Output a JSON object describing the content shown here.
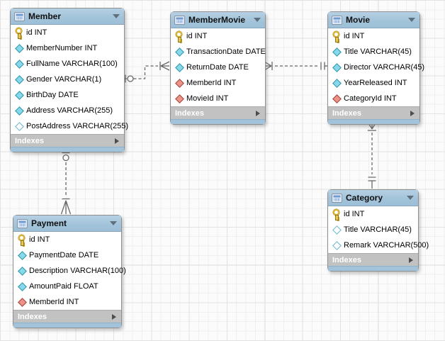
{
  "diagram": {
    "tool": "EER diagram canvas",
    "tables": [
      {
        "name": "Member",
        "footer_label": "Indexes",
        "columns": [
          {
            "icon": "primary-key",
            "label": "id INT"
          },
          {
            "icon": "column",
            "label": "MemberNumber INT"
          },
          {
            "icon": "column",
            "label": "FullName VARCHAR(100)"
          },
          {
            "icon": "column",
            "label": "Gender VARCHAR(1)"
          },
          {
            "icon": "column",
            "label": "BirthDay DATE"
          },
          {
            "icon": "column",
            "label": "Address VARCHAR(255)"
          },
          {
            "icon": "column-nullable",
            "label": "PostAddress VARCHAR(255)"
          }
        ]
      },
      {
        "name": "MemberMovie",
        "footer_label": "Indexes",
        "columns": [
          {
            "icon": "primary-key",
            "label": "id INT"
          },
          {
            "icon": "column",
            "label": "TransactionDate DATE"
          },
          {
            "icon": "column",
            "label": "ReturnDate DATE"
          },
          {
            "icon": "foreign-key",
            "label": "MemberId INT"
          },
          {
            "icon": "foreign-key",
            "label": "MovieId INT"
          }
        ]
      },
      {
        "name": "Movie",
        "footer_label": "Indexes",
        "columns": [
          {
            "icon": "primary-key",
            "label": "id INT"
          },
          {
            "icon": "column",
            "label": "Title VARCHAR(45)"
          },
          {
            "icon": "column",
            "label": "Director VARCHAR(45)"
          },
          {
            "icon": "column",
            "label": "YearReleased INT"
          },
          {
            "icon": "foreign-key",
            "label": "CategoryId INT"
          }
        ]
      },
      {
        "name": "Category",
        "footer_label": "Indexes",
        "columns": [
          {
            "icon": "primary-key",
            "label": "id INT"
          },
          {
            "icon": "column-nullable",
            "label": "Title VARCHAR(45)"
          },
          {
            "icon": "column-nullable",
            "label": "Remark VARCHAR(500)"
          }
        ]
      },
      {
        "name": "Payment",
        "footer_label": "Indexes",
        "columns": [
          {
            "icon": "primary-key",
            "label": "id INT"
          },
          {
            "icon": "column",
            "label": "PaymentDate DATE"
          },
          {
            "icon": "column",
            "label": "Description VARCHAR(100)"
          },
          {
            "icon": "column",
            "label": "AmountPaid FLOAT"
          },
          {
            "icon": "foreign-key",
            "label": "MemberId INT"
          }
        ]
      }
    ],
    "relationships": [
      {
        "tables": [
          "Member",
          "MemberMovie"
        ],
        "member_end": "zero-or-one (circle + bar)",
        "membermovie_end": "one-or-many (bar + crow's foot)",
        "line_style": "dashed"
      },
      {
        "tables": [
          "MemberMovie",
          "Movie"
        ],
        "membermovie_end": "one-or-many (bar + crow's foot)",
        "movie_end": "exactly-one (double bar)",
        "line_style": "dashed"
      },
      {
        "tables": [
          "Movie",
          "Category"
        ],
        "movie_end": "one-or-many (bar + crow's foot)",
        "category_end": "exactly-one (double bar)",
        "line_style": "dashed"
      },
      {
        "tables": [
          "Member",
          "Payment"
        ],
        "member_end": "zero-or-one (bar + circle)",
        "payment_end": "one-or-many (bar + crow's foot)",
        "line_style": "dashed"
      }
    ],
    "colors": {
      "table_header_blue": "#a3c4da",
      "table_footer_gray": "#c2c2c2",
      "table_body": "#ffffff",
      "primary_key_yellow": "#e8c84a",
      "column_diamond_cyan": "#87d9e9",
      "foreign_key_diamond_red": "#ec9288",
      "relationship_line_gray": "#696969",
      "canvas_background": "#fbfbfb",
      "grid_line": "#efefef"
    }
  }
}
